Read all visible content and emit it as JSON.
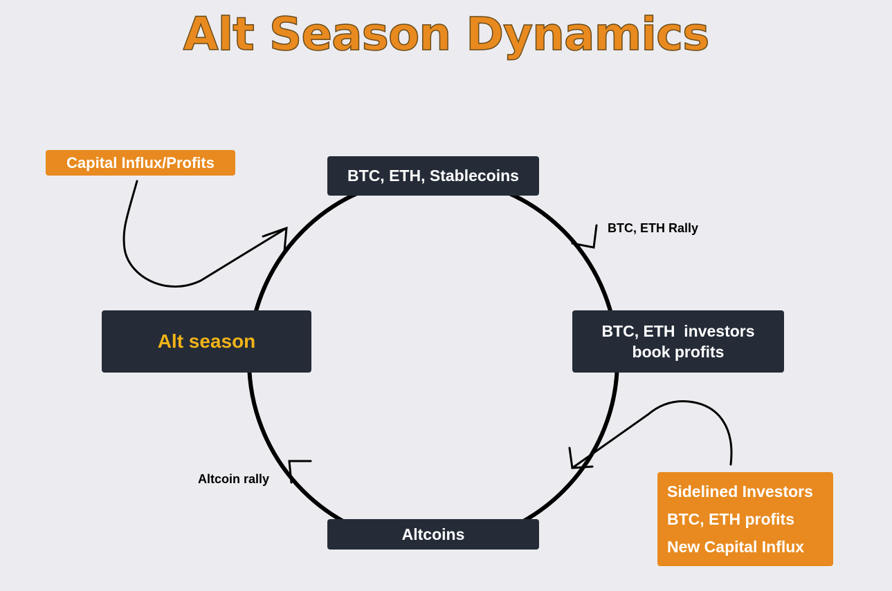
{
  "title": "Alt Season Dynamics",
  "nodes": {
    "top": "BTC, ETH, Stablecoins",
    "right_line1": "BTC, ETH  investors",
    "right_line2": "book profits",
    "bottom": "Altcoins",
    "left": "Alt season"
  },
  "edge_labels": {
    "rally": "BTC, ETH Rally",
    "altcoin_rally": "Altcoin rally"
  },
  "callouts": {
    "capital_influx": "Capital Influx/Profits",
    "sidelined": [
      "Sidelined Investors",
      "BTC, ETH profits",
      "New Capital Influx"
    ]
  },
  "colors": {
    "background": "#ececf0",
    "accent_orange": "#e88a1f",
    "dark_box": "#252c38",
    "alt_season_text": "#f2b418"
  }
}
